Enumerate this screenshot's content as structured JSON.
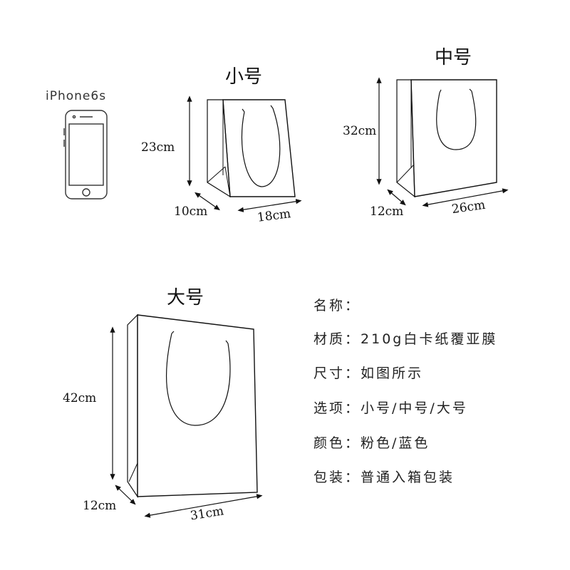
{
  "phone": {
    "label": "iPhone6s"
  },
  "bags": {
    "small": {
      "title": "小号",
      "height": "23cm",
      "depth": "10cm",
      "width": "18cm"
    },
    "medium": {
      "title": "中号",
      "height": "32cm",
      "depth": "12cm",
      "width": "26cm"
    },
    "large": {
      "title": "大号",
      "height": "42cm",
      "depth": "12cm",
      "width": "31cm"
    }
  },
  "specs": [
    {
      "key": "名称：",
      "value": ""
    },
    {
      "key": "材质：",
      "value": "210g白卡纸覆亚膜"
    },
    {
      "key": "尺寸：",
      "value": "如图所示"
    },
    {
      "key": "选项：",
      "value": "小号/中号/大号"
    },
    {
      "key": "颜色：",
      "value": "粉色/蓝色"
    },
    {
      "key": "包装：",
      "value": "普通入箱包装"
    }
  ]
}
